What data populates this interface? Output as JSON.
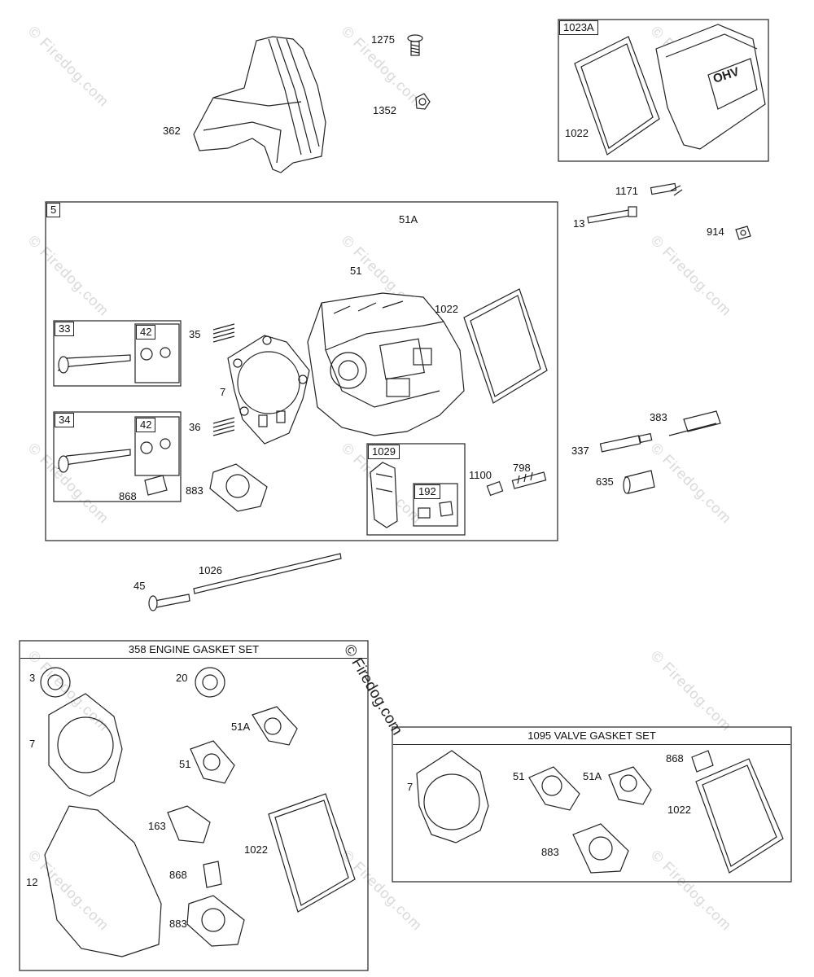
{
  "watermark": "© Firedog.com",
  "copyright": "© Firedog.com",
  "callouts": {
    "c362": "362",
    "c1275": "1275",
    "c1352": "1352",
    "c1171": "1171",
    "c13": "13",
    "c914": "914",
    "c51A": "51A",
    "c51": "51",
    "c1022": "1022",
    "c35": "35",
    "c7": "7",
    "c36": "36",
    "c868": "868",
    "c883": "883",
    "c1100": "1100",
    "c798": "798",
    "c383": "383",
    "c337": "337",
    "c635": "635",
    "c45": "45",
    "c1026": "1026",
    "c1022b": "1022"
  },
  "assemblies": {
    "a1023A": "1023A",
    "a5": "5",
    "a33": "33",
    "a42a": "42",
    "a34": "34",
    "a42b": "42",
    "a1029": "1029",
    "a192": "192"
  },
  "engine_kit": {
    "title": "358 ENGINE GASKET SET",
    "c3": "3",
    "c20": "20",
    "c7": "7",
    "c51A": "51A",
    "c51": "51",
    "c163": "163",
    "c12": "12",
    "c1022": "1022",
    "c868": "868",
    "c883": "883"
  },
  "valve_kit": {
    "title": "1095 VALVE GASKET SET",
    "c7": "7",
    "c51": "51",
    "c51A": "51A",
    "c868": "868",
    "c1022": "1022",
    "c883": "883"
  }
}
